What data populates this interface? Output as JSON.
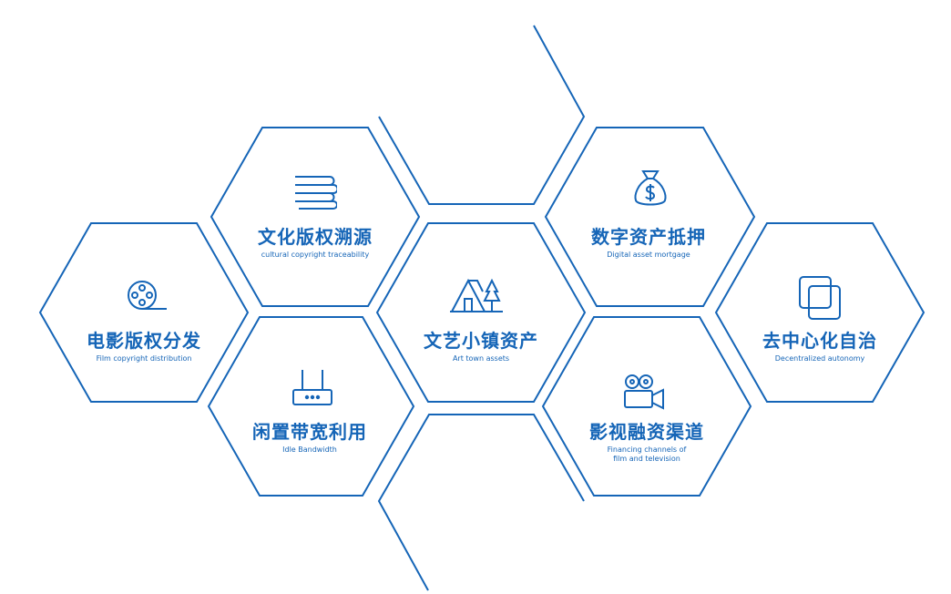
{
  "colors": {
    "accent": "#1565b7",
    "background": "#ffffff"
  },
  "hexagons": [
    {
      "title": "文化版权溯源",
      "subtitle": "cultural copyright traceability",
      "icon": "books-icon"
    },
    {
      "title": "电影版权分发",
      "subtitle": "Film copyright distribution",
      "icon": "film-reel-icon"
    },
    {
      "title": "闲置带宽利用",
      "subtitle": "Idle Bandwidth",
      "icon": "router-icon"
    },
    {
      "title": "文艺小镇资产",
      "subtitle": "Art town assets",
      "icon": "house-trees-icon"
    },
    {
      "title": "数字资产抵押",
      "subtitle": "Digital asset mortgage",
      "icon": "money-bag-icon"
    },
    {
      "title": "影视融资渠道",
      "subtitle": "Financing channels of film and television",
      "icon": "movie-camera-icon"
    },
    {
      "title": "去中心化自治",
      "subtitle": "Decentralized autonomy",
      "icon": "layers-icon"
    }
  ]
}
